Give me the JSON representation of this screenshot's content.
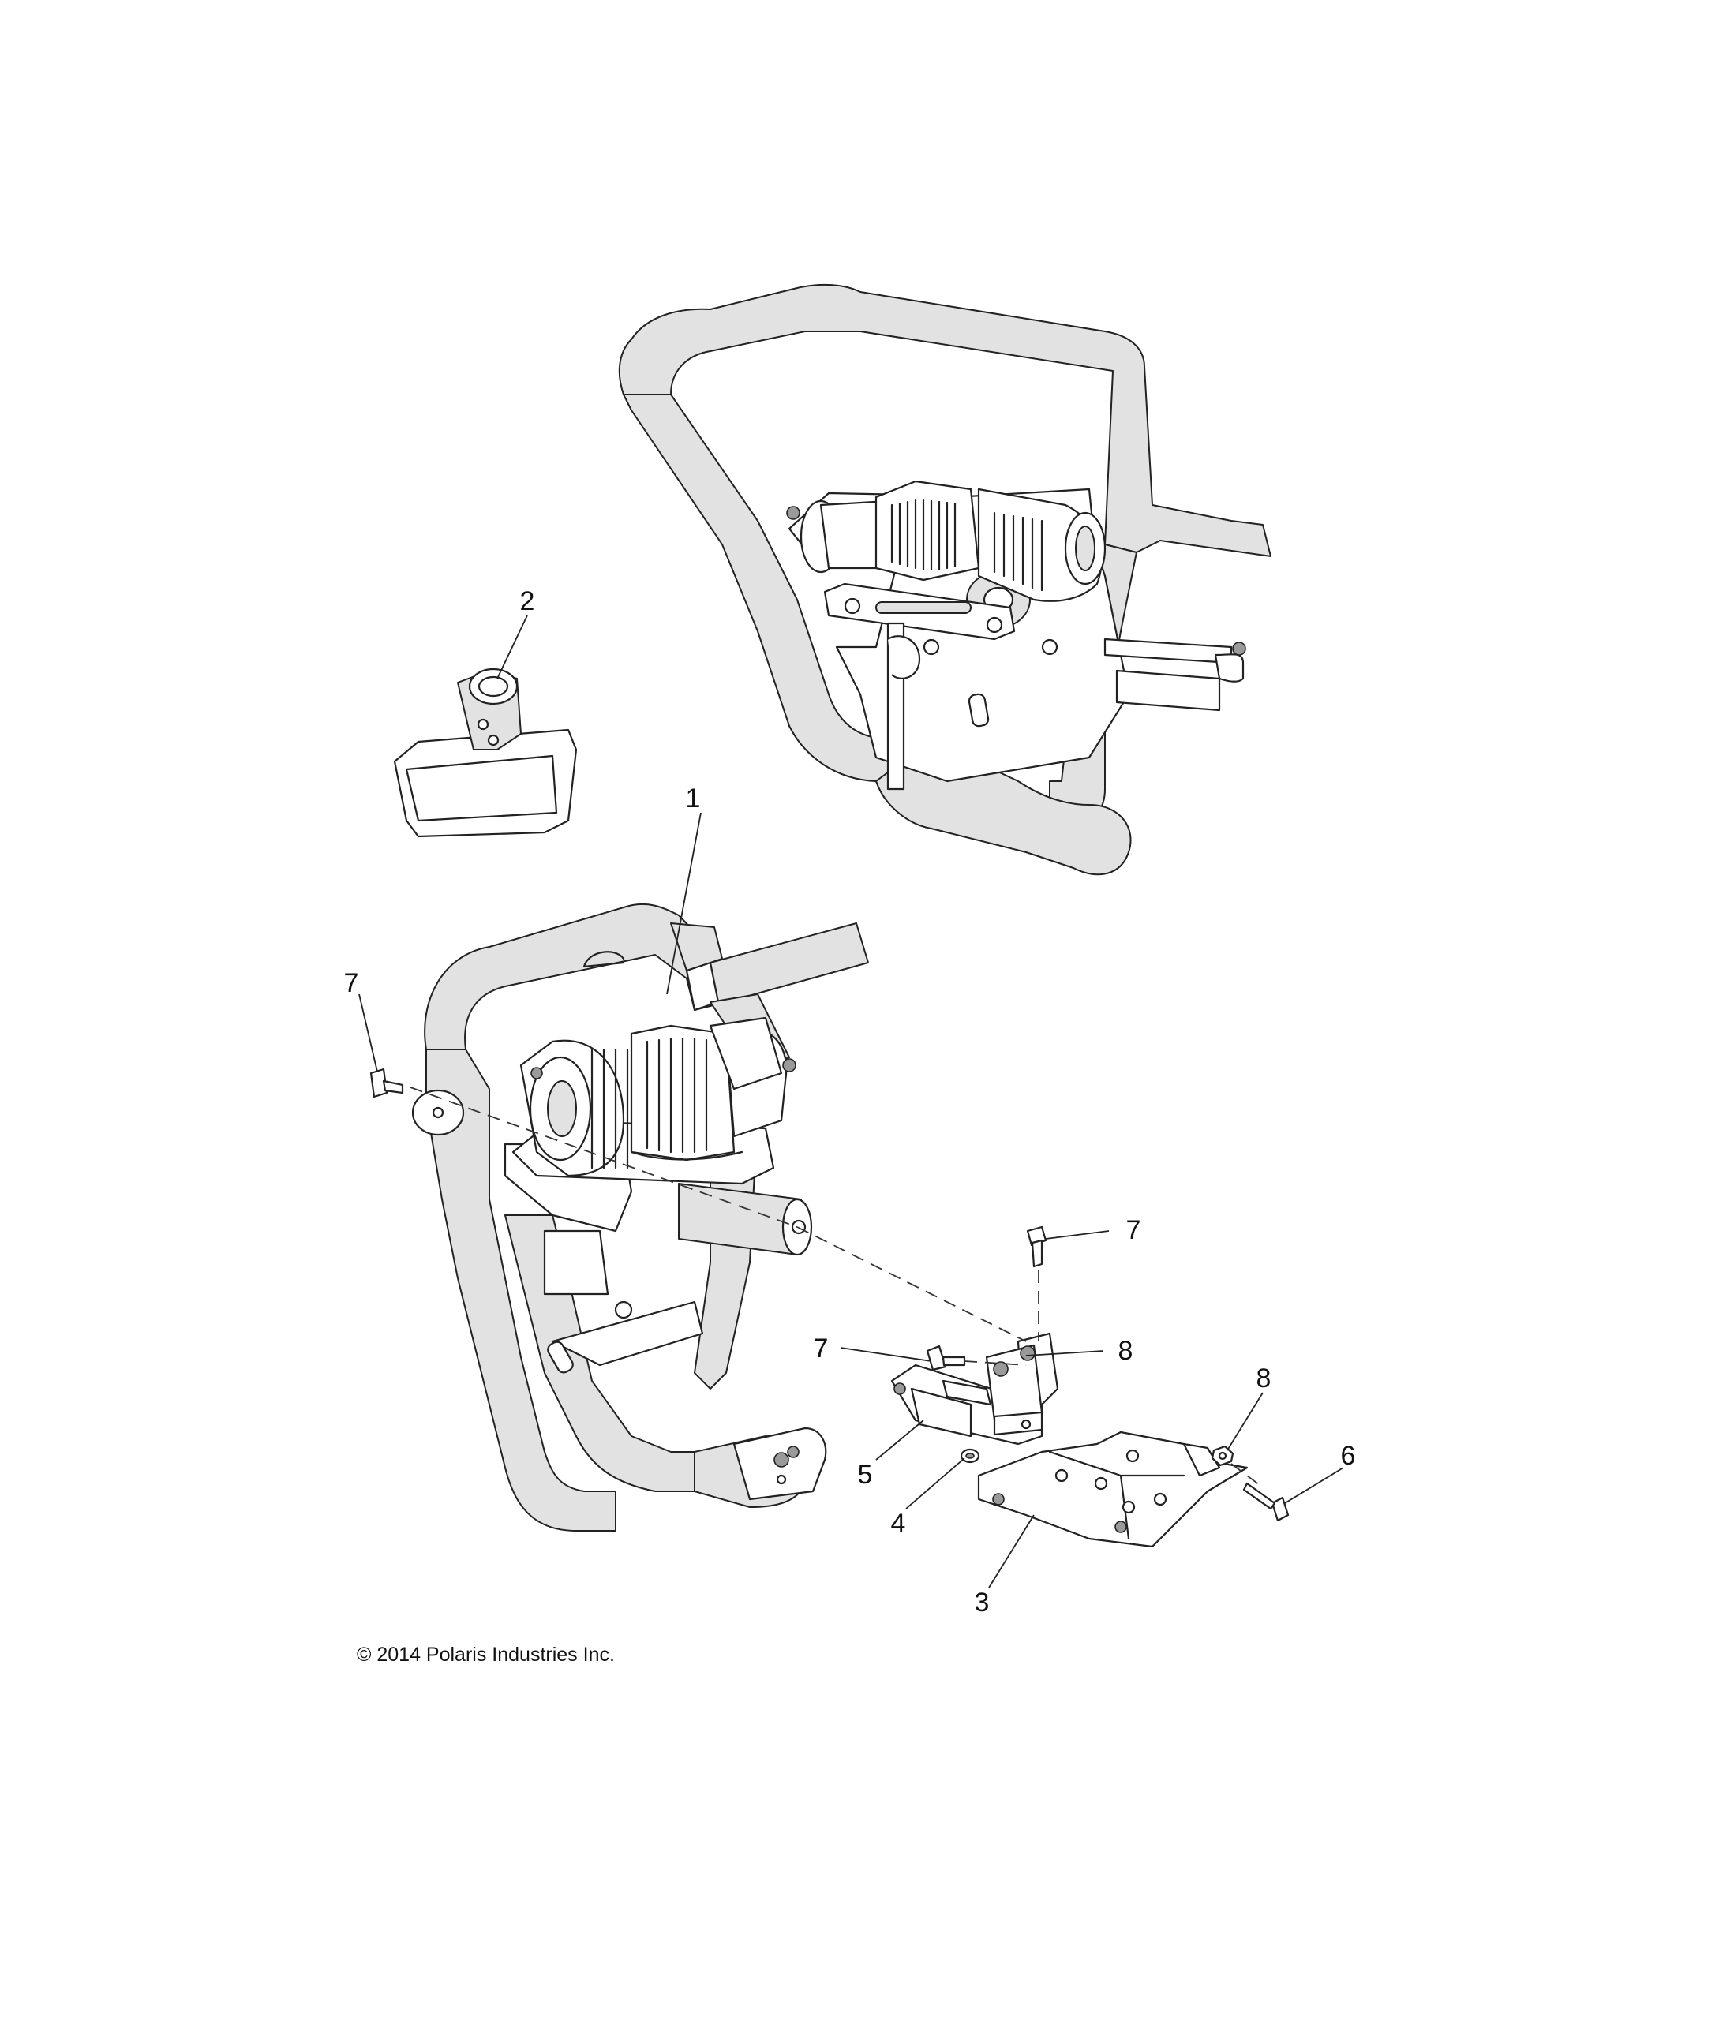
{
  "diagram": {
    "callouts": [
      {
        "id": "1",
        "label": "1"
      },
      {
        "id": "2",
        "label": "2"
      },
      {
        "id": "3",
        "label": "3"
      },
      {
        "id": "4",
        "label": "4"
      },
      {
        "id": "5",
        "label": "5"
      },
      {
        "id": "6",
        "label": "6"
      },
      {
        "id": "7a",
        "label": "7"
      },
      {
        "id": "7b",
        "label": "7"
      },
      {
        "id": "7c",
        "label": "7"
      },
      {
        "id": "8a",
        "label": "8"
      },
      {
        "id": "8b",
        "label": "8"
      }
    ],
    "copyright": "© 2014 Polaris Industries Inc."
  }
}
